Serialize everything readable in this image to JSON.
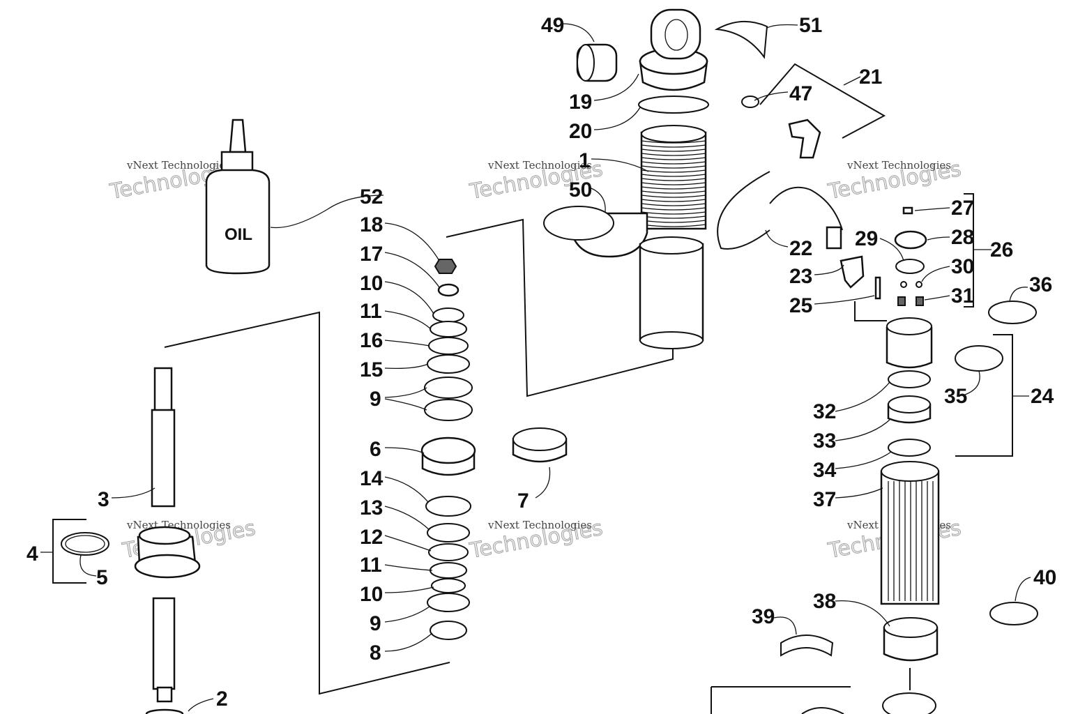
{
  "diagram": {
    "oil_label": "OIL",
    "watermark": {
      "line1": "vNext Technologies",
      "line2": "vNext Technologies",
      "line3": "Technologies"
    },
    "callouts": {
      "c1": "1",
      "c2": "2",
      "c3": "3",
      "c4": "4",
      "c5": "5",
      "c6": "6",
      "c7": "7",
      "c8": "8",
      "c9a": "9",
      "c9b": "9",
      "c10a": "10",
      "c10b": "10",
      "c11a": "11",
      "c11b": "11",
      "c12": "12",
      "c13": "13",
      "c14": "14",
      "c15": "15",
      "c16": "16",
      "c17": "17",
      "c18": "18",
      "c19": "19",
      "c20": "20",
      "c21": "21",
      "c22": "22",
      "c23": "23",
      "c24": "24",
      "c25": "25",
      "c26": "26",
      "c27": "27",
      "c28": "28",
      "c29": "29",
      "c30": "30",
      "c31": "31",
      "c32": "32",
      "c33": "33",
      "c34": "34",
      "c35": "35",
      "c36": "36",
      "c37": "37",
      "c38": "38",
      "c39": "39",
      "c40": "40",
      "c47": "47",
      "c49": "49",
      "c50": "50",
      "c51": "51",
      "c52": "52"
    }
  }
}
